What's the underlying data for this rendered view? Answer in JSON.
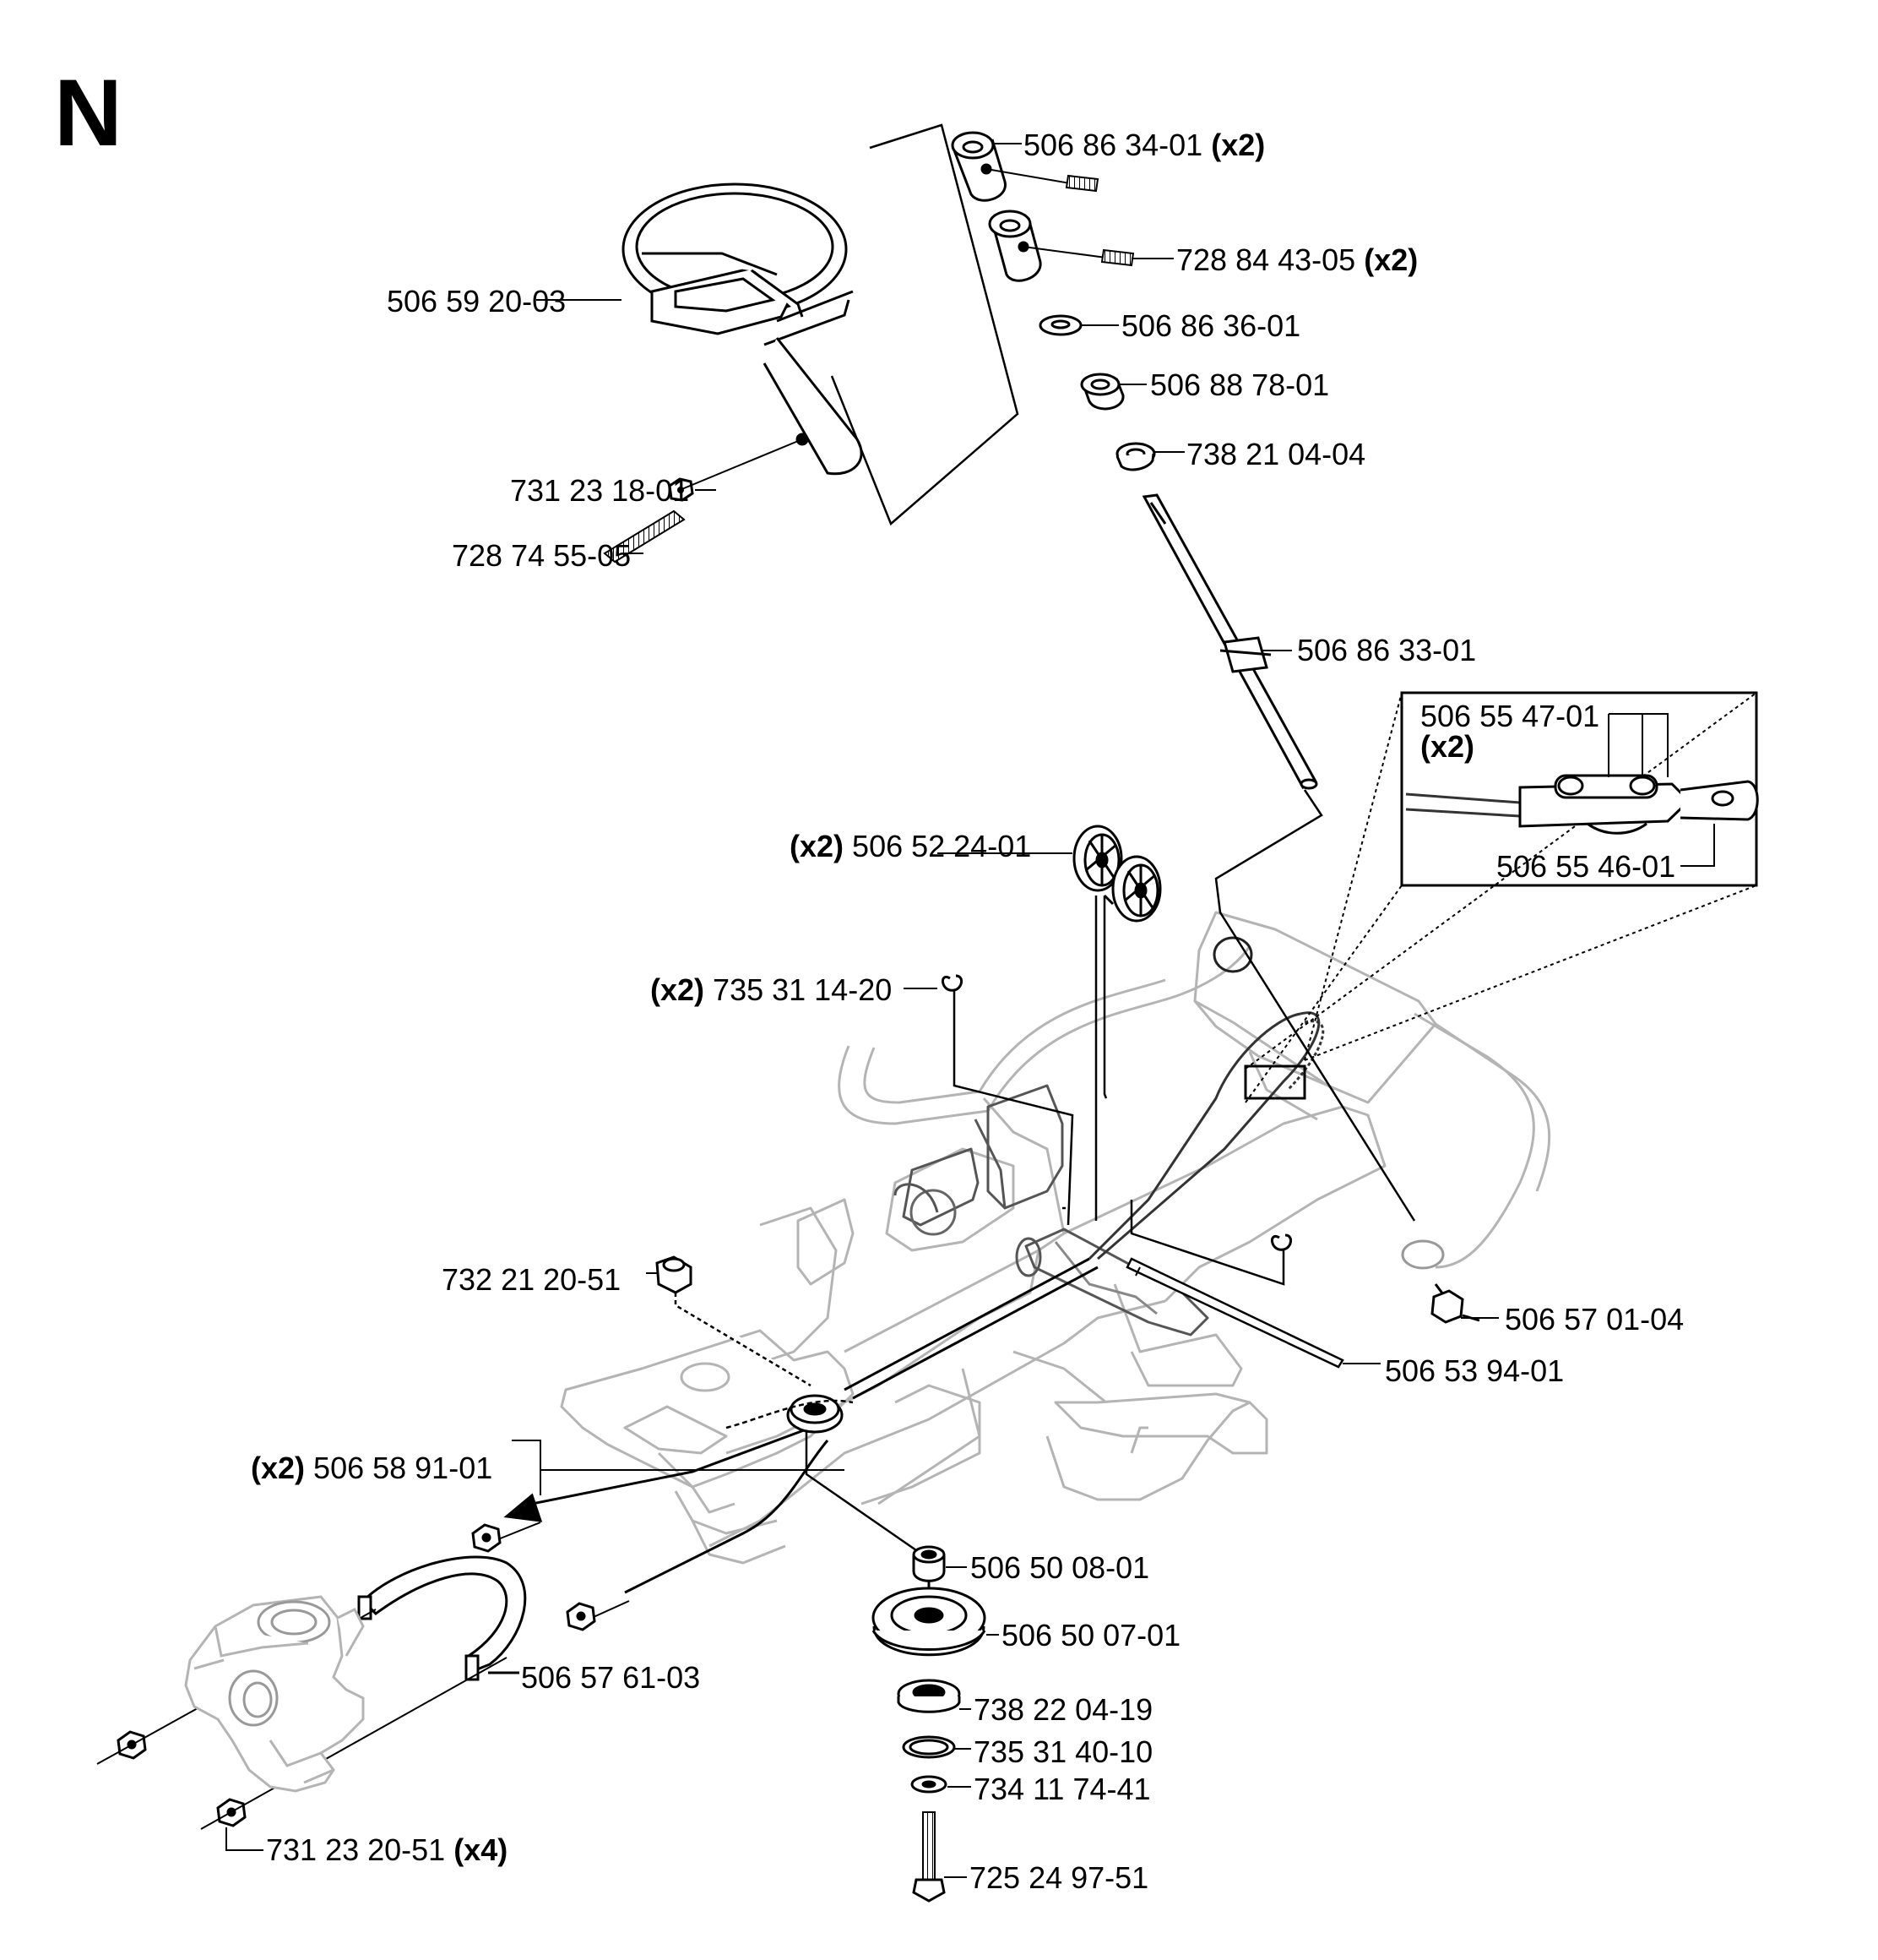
{
  "section": "N",
  "qty": {
    "x2": "(x2)",
    "x4": "(x4)"
  },
  "parts": {
    "p1": "506 86 34-01",
    "p2": "728 84 43-05",
    "p3": "506 59 20-03",
    "p4": "506 86 36-01",
    "p5": "506 88 78-01",
    "p6": "738 21 04-04",
    "p7": "731 23 18-01",
    "p8": "728 74 55-05",
    "p9": "506 86 33-01",
    "p10": "506 55 47-01",
    "p11": "506 55 46-01",
    "p12": "506 52 24-01",
    "p13": "735 31 14-20",
    "p14": "732 21 20-51",
    "p15": "506 57 01-04",
    "p16": "506 53 94-01",
    "p17": "506 58 91-01",
    "p18": "506 50 08-01",
    "p19": "506 50 07-01",
    "p20": "506 57 61-03",
    "p21": "738 22 04-19",
    "p22": "735 31 40-10",
    "p23": "734 11 74-41",
    "p24": "731 23 20-51",
    "p25": "725 24 97-51"
  }
}
